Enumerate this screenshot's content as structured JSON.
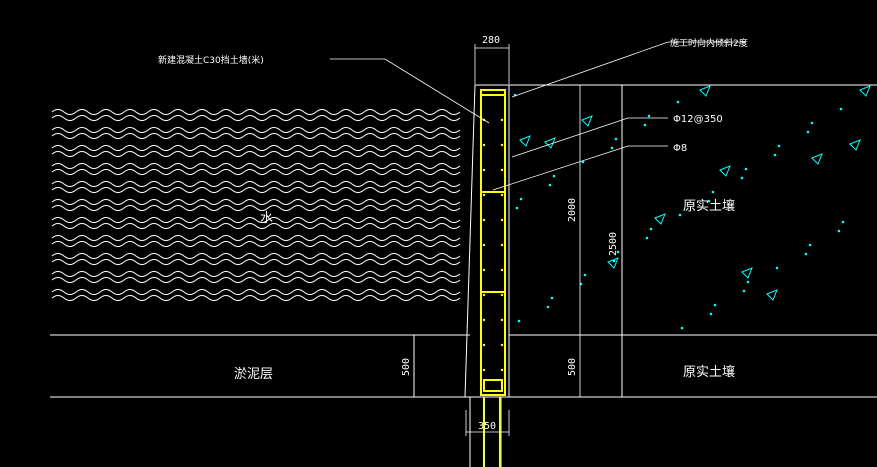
{
  "labels": {
    "wall_material": "新建混凝土C30挡土墙(米)",
    "construction_note": "施工时向内倾斜2度",
    "rebar_main": "Φ12@350",
    "rebar_stirrup": "Φ8",
    "water": "水",
    "original_soil": "原实土壤",
    "silt_layer": "淤泥层"
  },
  "dimensions": {
    "wall_top_width": "280",
    "wall_base_width": "350",
    "height_upper": "2000",
    "height_total": "2500",
    "silt_depth": "500",
    "soil_depth_lower": "500"
  },
  "colors": {
    "background": "#000000",
    "linework": "#ffffff",
    "wall": "#ffff00",
    "soil_hatch": "#00ffff"
  }
}
